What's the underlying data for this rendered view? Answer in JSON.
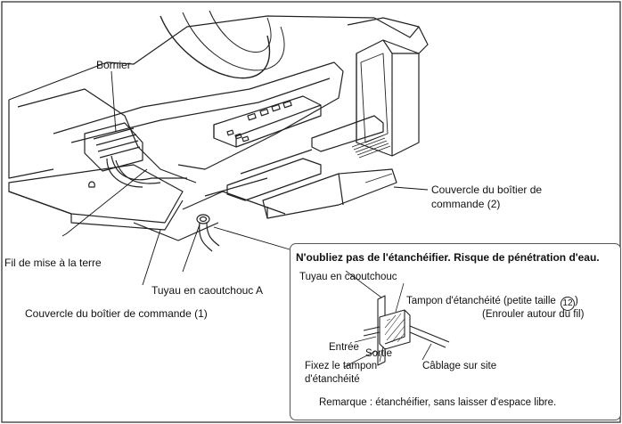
{
  "labels": {
    "bornier": "Bornier",
    "cover2_line1": "Couvercle du boîtier de",
    "cover2_line2": "commande (2)",
    "ground_wire": "Fil de mise à la terre",
    "rubber_tube_a": "Tuyau en caoutchouc A",
    "cover1": "Couvercle du boîtier de commande (1)"
  },
  "inset": {
    "heading": "N'oubliez pas de l'étanchéifier. Risque de pénétration d'eau.",
    "rubber_tube": "Tuyau en caoutchouc",
    "seal_pad_prefix": "Tampon d'étanchéité (petite taille",
    "seal_pad_number": "12",
    "seal_pad_suffix": ")",
    "wrap_note": "(Enrouler autour du fil)",
    "inlet": "Entrée",
    "outlet": "Sortie",
    "field_wiring": "Câblage sur site",
    "fix_pad_line1": "Fixez le tampon",
    "fix_pad_line2": "d'étanchéité",
    "remark": "Remarque : étanchéifier, sans laisser d'espace libre."
  }
}
